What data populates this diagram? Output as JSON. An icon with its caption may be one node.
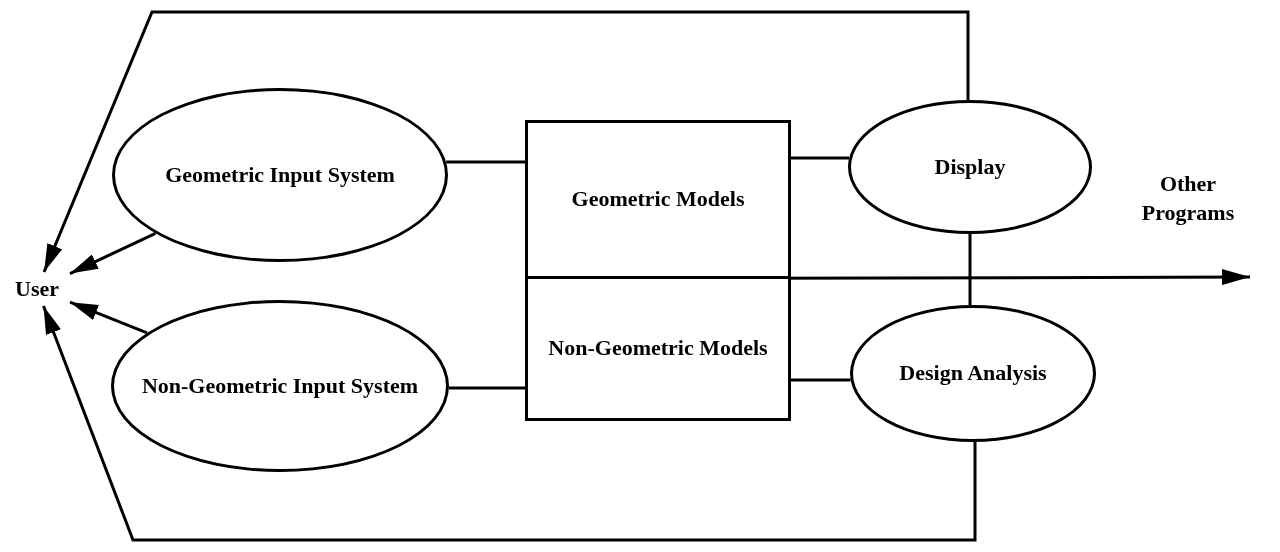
{
  "diagram": {
    "nodes": [
      {
        "text": [
          "User"
        ]
      },
      {
        "text": [
          "Geometric Input System"
        ]
      },
      {
        "text": [
          "Non-Geometric Input System"
        ]
      },
      {
        "text": [
          "Geometric Models"
        ]
      },
      {
        "text": [
          "Non-Geometric Models"
        ]
      },
      {
        "text": [
          "Display"
        ]
      },
      {
        "text": [
          "Design Analysis"
        ]
      },
      {
        "text": [
          "Other Programs"
        ]
      }
    ],
    "edges": [
      {
        "from": 1,
        "to": 0,
        "arrow": "to"
      },
      {
        "from": 2,
        "to": 0,
        "arrow": "to"
      },
      {
        "from": 5,
        "to": 0,
        "arrow": "to"
      },
      {
        "from": 6,
        "to": 0,
        "arrow": "to"
      },
      {
        "from": 1,
        "to": 3,
        "arrow": "none"
      },
      {
        "from": 2,
        "to": 4,
        "arrow": "none"
      },
      {
        "from": 3,
        "to": 5,
        "arrow": "none"
      },
      {
        "from": 4,
        "to": 6,
        "arrow": "none"
      },
      {
        "from": 5,
        "to": 6,
        "arrow": "none"
      },
      {
        "from": 3,
        "to": 7,
        "arrow": "to"
      }
    ]
  }
}
